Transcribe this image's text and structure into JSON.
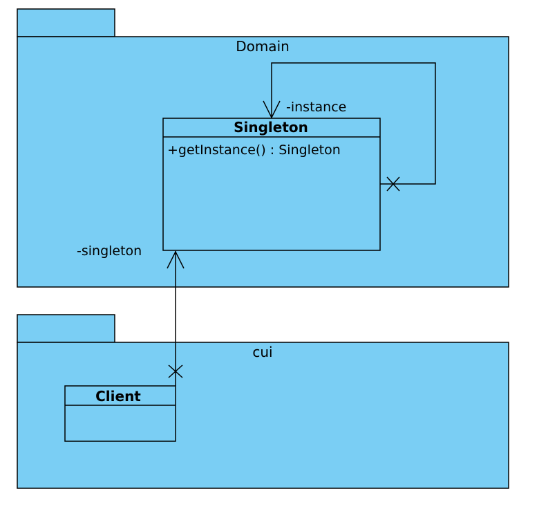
{
  "colors": {
    "package_fill": "#7ACEF4",
    "class_fill": "#7ACEF4",
    "stroke": "#000000"
  },
  "packages": [
    {
      "name": "Domain"
    },
    {
      "name": "cui"
    }
  ],
  "classes": [
    {
      "name": "Singleton",
      "operations": [
        "+getInstance() : Singleton"
      ]
    },
    {
      "name": "Client",
      "operations": []
    }
  ],
  "associations": [
    {
      "from": "Singleton",
      "to": "Singleton",
      "role": "-instance",
      "navigable_end": "arrow",
      "non_navigable_end": "x-mark"
    },
    {
      "from": "Client",
      "to": "Singleton",
      "role": "-singleton",
      "navigable_end": "arrow",
      "non_navigable_end": "x-mark"
    }
  ]
}
